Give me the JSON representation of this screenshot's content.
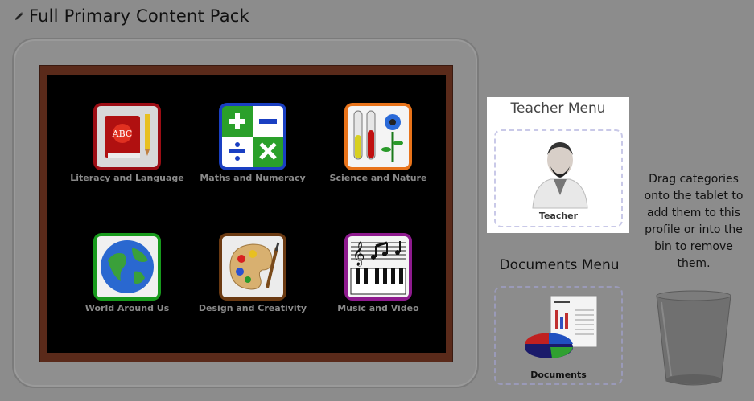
{
  "page": {
    "title": "Full Primary Content Pack",
    "edit_icon": "pencil-icon"
  },
  "board": {
    "categories": [
      {
        "label": "Literacy and Language",
        "icon": "book-icon",
        "tile_color": "#c0121a"
      },
      {
        "label": "Maths and Numeracy",
        "icon": "math-symbols-icon",
        "tile_color": "#1a3fc2"
      },
      {
        "label": "Science and Nature",
        "icon": "test-tubes-flower-icon",
        "tile_color": "#e8731a"
      },
      {
        "label": "World Around Us",
        "icon": "globe-icon",
        "tile_color": "#179a1c"
      },
      {
        "label": "Design and Creativity",
        "icon": "palette-icon",
        "tile_color": "#6b3a12"
      },
      {
        "label": "Music and Video",
        "icon": "music-keyboard-icon",
        "tile_color": "#8e1a8e"
      }
    ]
  },
  "teacher_menu": {
    "heading": "Teacher Menu",
    "item_label": "Teacher",
    "icon": "teacher-icon"
  },
  "documents_menu": {
    "heading": "Documents Menu",
    "item_label": "Documents",
    "icon": "documents-chart-icon"
  },
  "help": {
    "text": "Drag categories onto the tablet to add them to this profile or into the bin to remove them."
  },
  "bin": {
    "icon": "bin-icon"
  }
}
